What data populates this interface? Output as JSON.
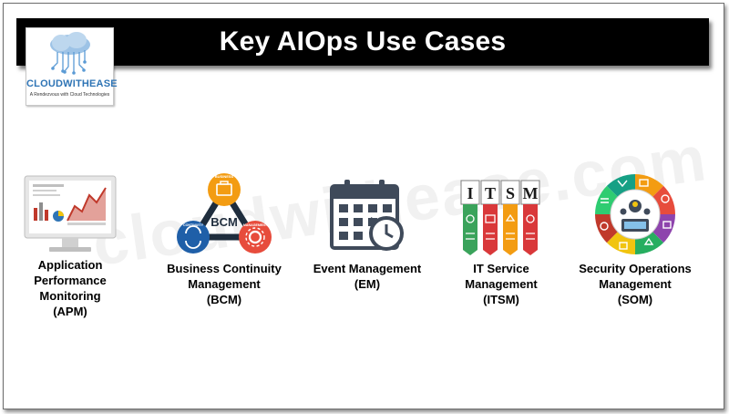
{
  "title": "Key AIOps Use Cases",
  "logo": {
    "name": "CLOUDWITHEASE",
    "tagline": "A Rendezvous with Cloud Technologies"
  },
  "watermark": "cloudwithease.com",
  "use_cases": [
    {
      "icon": "monitor-chart-icon",
      "label_lines": [
        "Application",
        "Performance",
        "Monitoring",
        "(APM)"
      ]
    },
    {
      "icon": "bcm-cycle-icon",
      "label_lines": [
        "Business Continuity",
        "Management",
        "(BCM)"
      ],
      "icon_text": [
        "BCM",
        "BUSINESS",
        "CONTINUITY",
        "MANAGEMENT"
      ]
    },
    {
      "icon": "calendar-clock-icon",
      "label_lines": [
        "Event Management",
        "(EM)"
      ]
    },
    {
      "icon": "itsm-blocks-icon",
      "label_lines": [
        "IT Service",
        "Management",
        "(ITSM)"
      ],
      "icon_text": [
        "I",
        "T",
        "S",
        "M"
      ]
    },
    {
      "icon": "security-wheel-icon",
      "label_lines": [
        "Security Operations",
        "Management",
        "(SOM)"
      ]
    }
  ],
  "colors": {
    "banner": "#000000",
    "logo_text": "#2e74b5",
    "bcm_orange": "#f39c12",
    "bcm_red": "#e74c3c",
    "bcm_blue": "#1f5fa8",
    "itsm_green": "#3aa35b",
    "itsm_red": "#d9383a",
    "itsm_orange": "#f39c12"
  }
}
